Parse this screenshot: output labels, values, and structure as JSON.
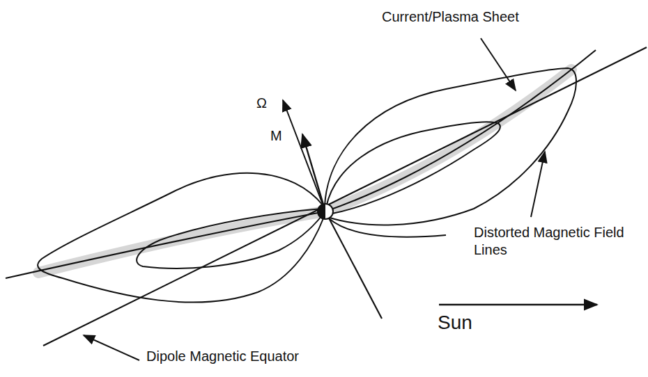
{
  "diagram": {
    "labels": [
      "Current/Plasma Sheet",
      "Ω",
      "M",
      "Distorted Magnetic Field Lines",
      "Sun",
      "Dipole Magnetic Equator"
    ]
  }
}
